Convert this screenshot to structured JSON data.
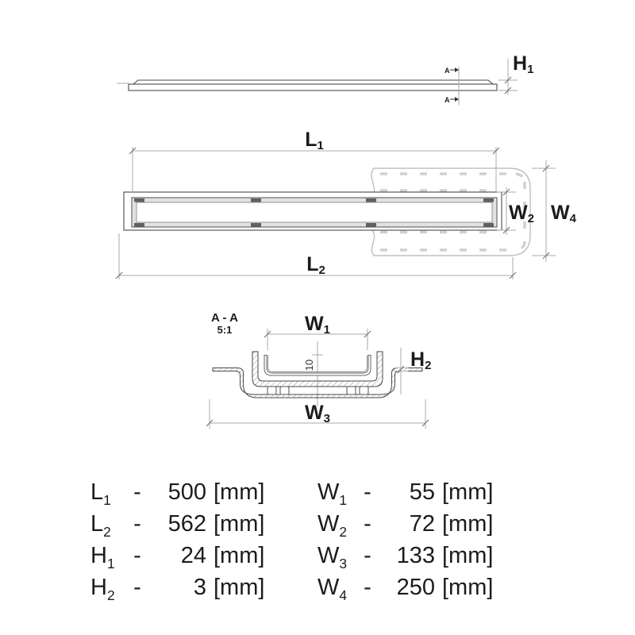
{
  "drawing": {
    "side_view": {
      "section_marker": "A",
      "dim_h1": {
        "main": "H",
        "sub": "1"
      }
    },
    "plan_view": {
      "dim_l1": {
        "main": "L",
        "sub": "1"
      },
      "dim_l2": {
        "main": "L",
        "sub": "2"
      },
      "dim_w2": {
        "main": "W",
        "sub": "2"
      },
      "dim_w4": {
        "main": "W",
        "sub": "4"
      }
    },
    "section_view": {
      "title": "A - A",
      "scale": "5:1",
      "dim_w1": {
        "main": "W",
        "sub": "1"
      },
      "dim_w3": {
        "main": "W",
        "sub": "3"
      },
      "dim_h2": {
        "main": "H",
        "sub": "2"
      },
      "channel_depth": "10"
    },
    "colors": {
      "ink": "#3f3f3f",
      "dim_line": "#a8a8a8",
      "hatch": "#9a9a9a",
      "membrane_outline": "#b5b5b5",
      "membrane_dash": "#d0d0d0"
    }
  },
  "table": {
    "separator": "-",
    "unit": "[mm]",
    "left": [
      {
        "sym": "L",
        "sub": "1",
        "value": "500"
      },
      {
        "sym": "L",
        "sub": "2",
        "value": "562"
      },
      {
        "sym": "H",
        "sub": "1",
        "value": "24"
      },
      {
        "sym": "H",
        "sub": "2",
        "value": "3"
      }
    ],
    "right": [
      {
        "sym": "W",
        "sub": "1",
        "value": "55"
      },
      {
        "sym": "W",
        "sub": "2",
        "value": "72"
      },
      {
        "sym": "W",
        "sub": "3",
        "value": "133"
      },
      {
        "sym": "W",
        "sub": "4",
        "value": "250"
      }
    ]
  }
}
